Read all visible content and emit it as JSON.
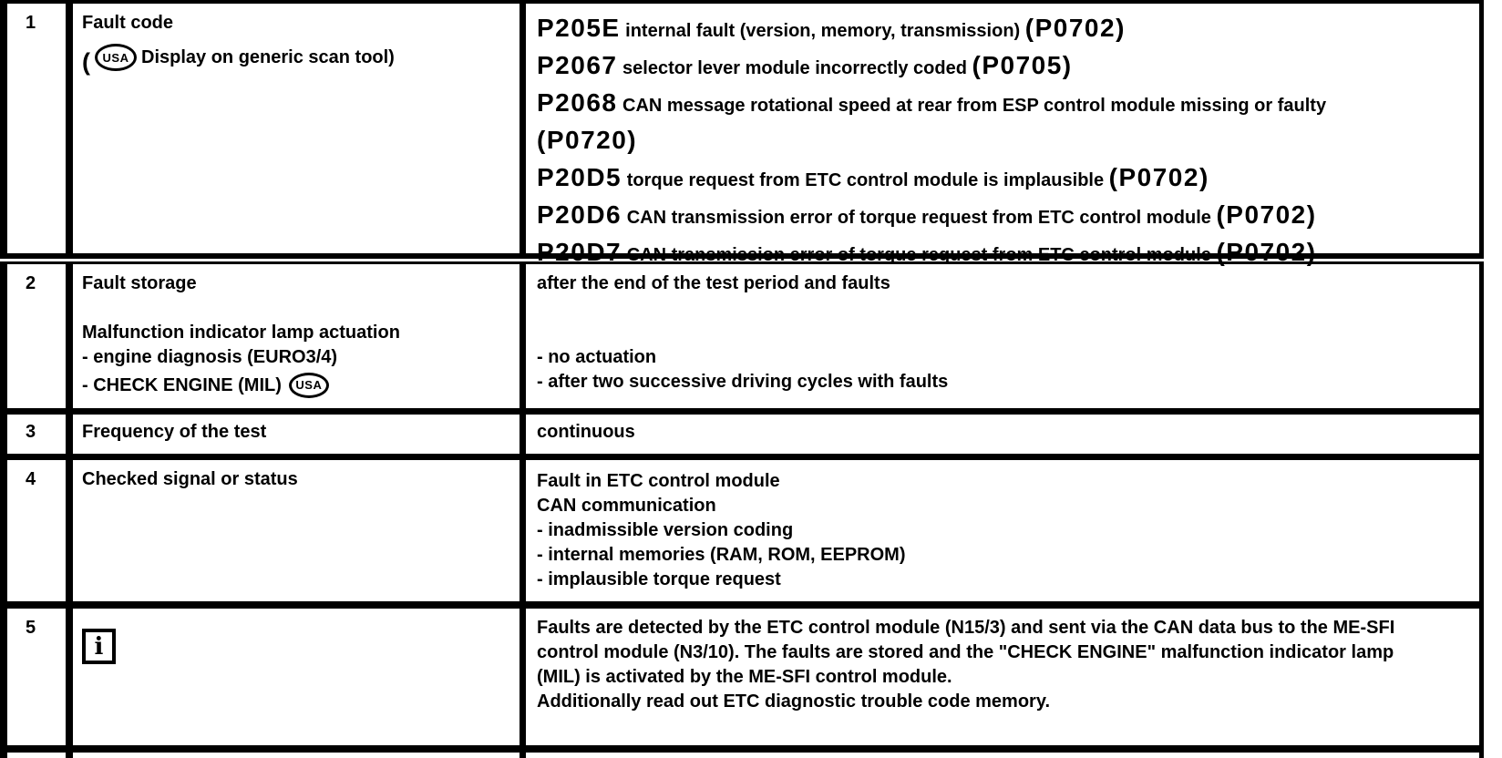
{
  "row1": {
    "num": "1",
    "title": "Fault code",
    "paren_open": "(",
    "usa_label": "USA",
    "scan_tool_note": "Display on generic scan tool)",
    "codes": [
      {
        "code": "P205E",
        "desc": "internal fault (version, memory, transmission)",
        "generic": "(P0702)"
      },
      {
        "code": "P2067",
        "desc": "selector lever module incorrectly coded",
        "generic": "(P0705)"
      },
      {
        "code": "P2068",
        "desc": "CAN message rotational speed at rear from ESP control module missing or faulty",
        "generic": "(P0720)"
      },
      {
        "code": "P20D5",
        "desc": "torque request from ETC control module is implausible",
        "generic": "(P0702)"
      },
      {
        "code": "P20D6",
        "desc": "CAN transmission error of torque request from ETC control module",
        "generic": "(P0702)"
      },
      {
        "code": "P20D7",
        "desc": "CAN transmission error of torque request from ETC control module",
        "generic": "(P0702)"
      }
    ]
  },
  "row2": {
    "num": "2",
    "left_lines": [
      "Fault storage",
      "",
      "Malfunction indicator lamp actuation",
      "- engine diagnosis (EURO3/4)"
    ],
    "mil_line": "- CHECK ENGINE (MIL)",
    "usa_label": "USA",
    "right_lines": [
      "after the end of the test period and faults",
      "",
      "",
      "- no actuation",
      "- after two successive driving cycles with faults"
    ]
  },
  "row3": {
    "num": "3",
    "label": "Frequency of the test",
    "value": "continuous"
  },
  "row4": {
    "num": "4",
    "label": "Checked signal or status",
    "right_lines": [
      "Fault in ETC control module",
      "CAN communication",
      "- inadmissible version coding",
      "- internal memories (RAM, ROM, EEPROM)",
      "- implausible torque request"
    ]
  },
  "row5": {
    "num": "5",
    "info_symbol": "i",
    "paragraph": "Faults are detected by the ETC control module (N15/3) and sent via the CAN data bus to the ME-SFI control module (N3/10). The faults are stored and the \"CHECK ENGINE\" malfunction indicator lamp (MIL) is activated by the ME-SFI control module.",
    "note": "Additionally read out ETC diagnostic trouble code memory."
  },
  "colors": {
    "ink": "#000000",
    "paper": "#ffffff"
  }
}
